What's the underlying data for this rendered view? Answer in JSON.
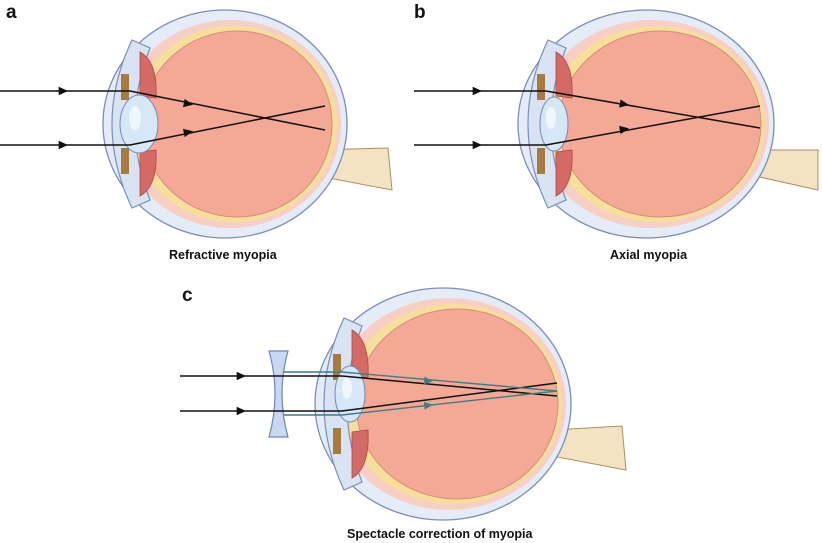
{
  "panels": [
    {
      "letter": "a",
      "caption": "Refractive myopia"
    },
    {
      "letter": "b",
      "caption": "Axial myopia"
    },
    {
      "letter": "c",
      "caption": "Spectacle correction of myopia"
    }
  ],
  "colors": {
    "sclera_outer": "#e4ecf7",
    "sclera_stroke": "#7d8db8",
    "choroid": "#f7cfc5",
    "retina_yellow": "#f5df9a",
    "vitreous": "#f4a896",
    "vitreous_stroke": "#d98c7c",
    "lens": "#d6e8f7",
    "iris": "#a97a3f",
    "ciliary": "#d46a66",
    "ray_black": "#111111",
    "ray_teal": "#3c7f86",
    "spectacle_lens": "#c9d8f0"
  }
}
